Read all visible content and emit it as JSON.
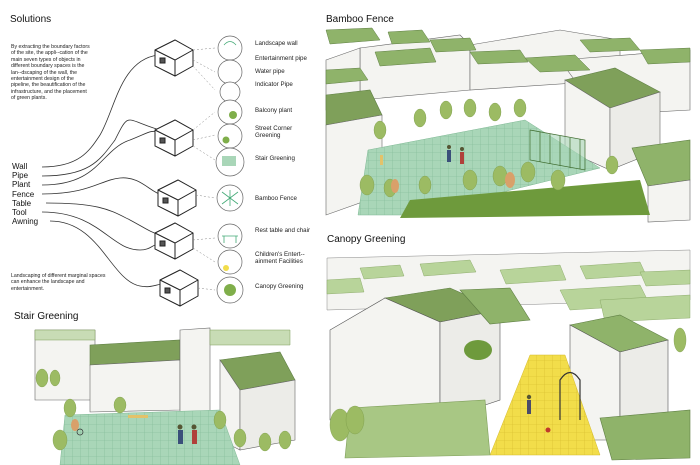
{
  "solutions": {
    "title": "Solutions",
    "intro": "By extracting the boundary factors of the site, the appli--cation of the main seven types of objects in different boundary spaces is the lan--dscaping of the wall, the entertainment design of the pipeline, the beautification of the infrastructure, and the placement of green plants.",
    "categories": [
      "Wall",
      "Pipe",
      "Plant",
      "Fence",
      "Table",
      "Tool",
      "Awning"
    ],
    "labels": [
      "Landscape wall",
      "Entertainment pipe",
      "Water pipe",
      "Indicator Pipe",
      "Balcony plant",
      "Street Corner Greening",
      "Stair Greening",
      "Bamboo Fence",
      "Rest table and chair",
      "Children's Entert--ainment Facilities",
      "Canopy Greening"
    ],
    "footer": "Landscaping of different marginal spaces can enhance the landscape and entertainment."
  },
  "panels": {
    "bamboo_fence": "Bamboo Fence",
    "canopy_greening": "Canopy Greening",
    "stair_greening": "Stair Greening"
  },
  "colors": {
    "roof_green": "#7fa05a",
    "roof_light": "#a8c784",
    "ground_mint": "#a9d6b8",
    "ground_yellow": "#f2dd4a",
    "tree_green": "#9cbb63",
    "grass": "#6e9a3c",
    "wall": "#f4f4f1",
    "line": "#555555"
  }
}
